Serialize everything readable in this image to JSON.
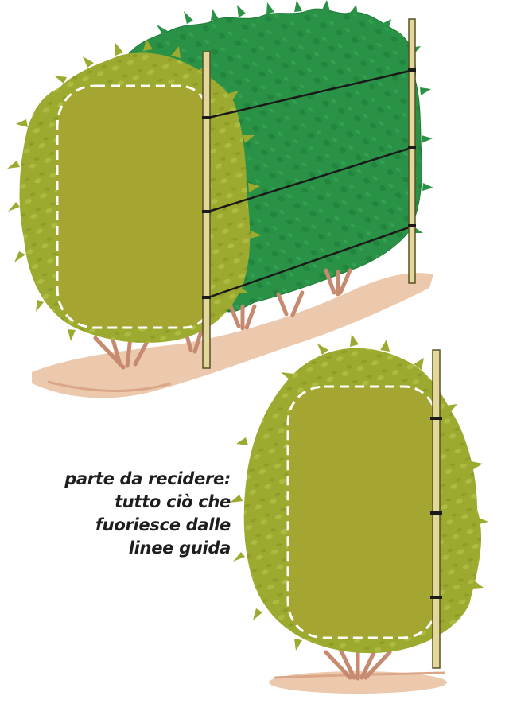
{
  "caption": {
    "lines": [
      "parte da recidere:",
      "tutto ciò che",
      "fuoriesce dalle",
      "linee guida"
    ]
  },
  "colors": {
    "background": "#ffffff",
    "hedge_dark": "#2a9246",
    "hedge_dark_leaf": "#228a3e",
    "hedge_light": "#9caa2f",
    "hedge_light_leaf": "#a4b23a",
    "trimmed_shape": "#a4a631",
    "ground": "#ecc8ad",
    "ground_dark": "#dba687",
    "trunk": "#c58a6f",
    "pole": "#e3d89a",
    "pole_outline": "#585028",
    "wire": "#1a1a1a",
    "guide_line": "#ffffff",
    "text": "#1e1e1e"
  }
}
